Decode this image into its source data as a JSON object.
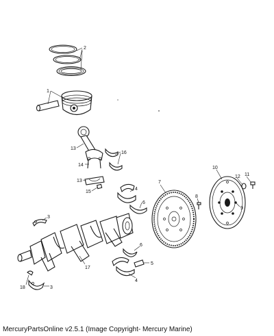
{
  "diagram": {
    "callouts": [
      {
        "id": "c2",
        "label": "2"
      },
      {
        "id": "c1",
        "label": "1"
      },
      {
        "id": "c13a",
        "label": "13"
      },
      {
        "id": "c14",
        "label": "14"
      },
      {
        "id": "c16",
        "label": "16"
      },
      {
        "id": "c13b",
        "label": "13"
      },
      {
        "id": "c15",
        "label": "15"
      },
      {
        "id": "c4a",
        "label": "4"
      },
      {
        "id": "c6a",
        "label": "6"
      },
      {
        "id": "c3a",
        "label": "3"
      },
      {
        "id": "c17",
        "label": "17"
      },
      {
        "id": "c6b",
        "label": "6"
      },
      {
        "id": "c5",
        "label": "5"
      },
      {
        "id": "c4b",
        "label": "4"
      },
      {
        "id": "c18",
        "label": "18"
      },
      {
        "id": "c3b",
        "label": "3"
      },
      {
        "id": "c7",
        "label": "7"
      },
      {
        "id": "c8",
        "label": "8"
      },
      {
        "id": "c10",
        "label": "10"
      },
      {
        "id": "c11",
        "label": "11"
      },
      {
        "id": "c12",
        "label": "12"
      },
      {
        "id": "c9",
        "label": "9"
      }
    ]
  },
  "footer": {
    "caption": "MercuryPartsOnline v2.5.1 (Image Copyright- Mercury Marine)"
  }
}
